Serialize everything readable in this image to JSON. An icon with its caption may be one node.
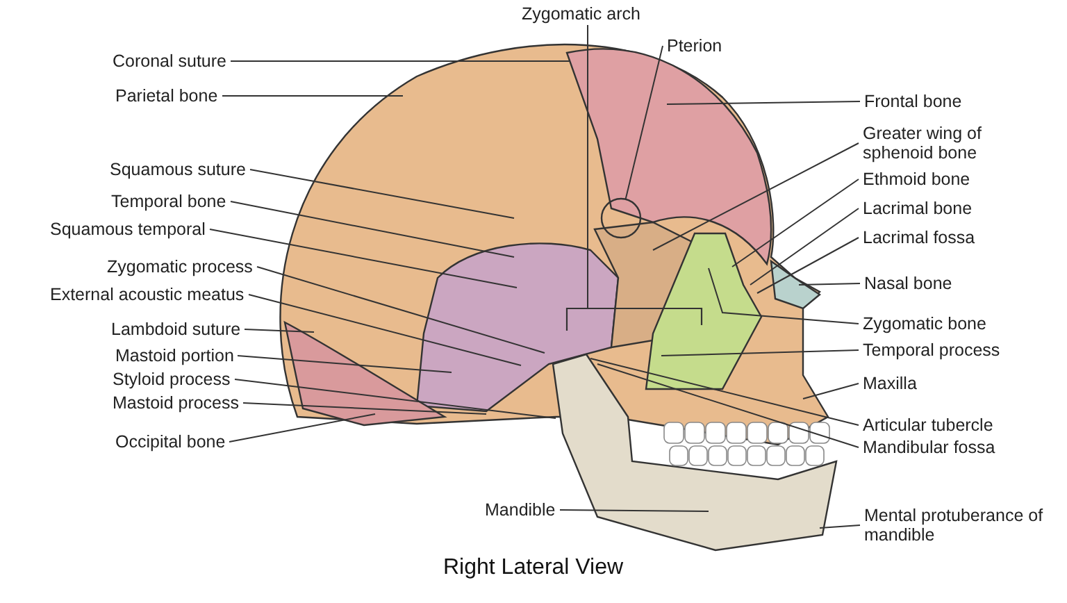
{
  "diagram": {
    "caption": "Right Lateral View",
    "nodes": [
      {
        "text": [
          "Coronal suture"
        ]
      },
      {
        "text": [
          "Parietal bone"
        ]
      },
      {
        "text": [
          "Squamous suture"
        ]
      },
      {
        "text": [
          "Temporal bone"
        ]
      },
      {
        "text": [
          "Squamous temporal"
        ]
      },
      {
        "text": [
          "Zygomatic process"
        ]
      },
      {
        "text": [
          "External acoustic meatus"
        ]
      },
      {
        "text": [
          "Lambdoid suture"
        ]
      },
      {
        "text": [
          "Mastoid portion"
        ]
      },
      {
        "text": [
          "Styloid process"
        ]
      },
      {
        "text": [
          "Mastoid process"
        ]
      },
      {
        "text": [
          "Occipital bone"
        ]
      },
      {
        "text": [
          "Mandible"
        ]
      },
      {
        "text": [
          "Zygomatic arch"
        ]
      },
      {
        "text": [
          "Pterion"
        ]
      },
      {
        "text": [],
        "shape": "circle"
      },
      {
        "text": [
          "Frontal bone"
        ]
      },
      {
        "text": [
          "Greater wing of sphenoid bone"
        ]
      },
      {
        "text": [
          "Ethmoid bone"
        ]
      },
      {
        "text": [
          "Lacrimal bone"
        ]
      },
      {
        "text": [
          "Lacrimal fossa"
        ]
      },
      {
        "text": [
          "Nasal bone"
        ]
      },
      {
        "text": [
          "Zygomatic bone"
        ]
      },
      {
        "text": [
          "Temporal process"
        ]
      },
      {
        "text": [
          "Maxilla"
        ]
      },
      {
        "text": [
          "Articular tubercle"
        ]
      },
      {
        "text": [
          "Mandibular fossa"
        ]
      },
      {
        "text": [
          "Mental protuberance of mandible"
        ]
      },
      {
        "text": [],
        "shape": "bracket"
      }
    ],
    "edges": [
      {
        "from": 0,
        "to": null,
        "arrow": "none"
      },
      {
        "from": 1,
        "to": null,
        "arrow": "none"
      },
      {
        "from": 2,
        "to": null,
        "arrow": "none"
      },
      {
        "from": 3,
        "to": null,
        "arrow": "none"
      },
      {
        "from": 4,
        "to": null,
        "arrow": "none"
      },
      {
        "from": 5,
        "to": null,
        "arrow": "none"
      },
      {
        "from": 6,
        "to": null,
        "arrow": "none"
      },
      {
        "from": 7,
        "to": null,
        "arrow": "none"
      },
      {
        "from": 8,
        "to": null,
        "arrow": "none"
      },
      {
        "from": 9,
        "to": null,
        "arrow": "none"
      },
      {
        "from": 10,
        "to": null,
        "arrow": "none"
      },
      {
        "from": 11,
        "to": null,
        "arrow": "none"
      },
      {
        "from": 12,
        "to": null,
        "arrow": "none"
      },
      {
        "from": 13,
        "to": 28,
        "arrow": "none"
      },
      {
        "from": 14,
        "to": 15,
        "arrow": "none"
      },
      {
        "from": 16,
        "to": null,
        "arrow": "none"
      },
      {
        "from": 17,
        "to": null,
        "arrow": "none"
      },
      {
        "from": 18,
        "to": null,
        "arrow": "none"
      },
      {
        "from": 19,
        "to": null,
        "arrow": "none"
      },
      {
        "from": 20,
        "to": null,
        "arrow": "none"
      },
      {
        "from": 21,
        "to": null,
        "arrow": "none"
      },
      {
        "from": 22,
        "to": null,
        "arrow": "none"
      },
      {
        "from": 23,
        "to": null,
        "arrow": "none"
      },
      {
        "from": 24,
        "to": null,
        "arrow": "none"
      },
      {
        "from": 25,
        "to": null,
        "arrow": "none"
      },
      {
        "from": 26,
        "to": null,
        "arrow": "none"
      },
      {
        "from": 27,
        "to": null,
        "arrow": "none"
      }
    ]
  }
}
